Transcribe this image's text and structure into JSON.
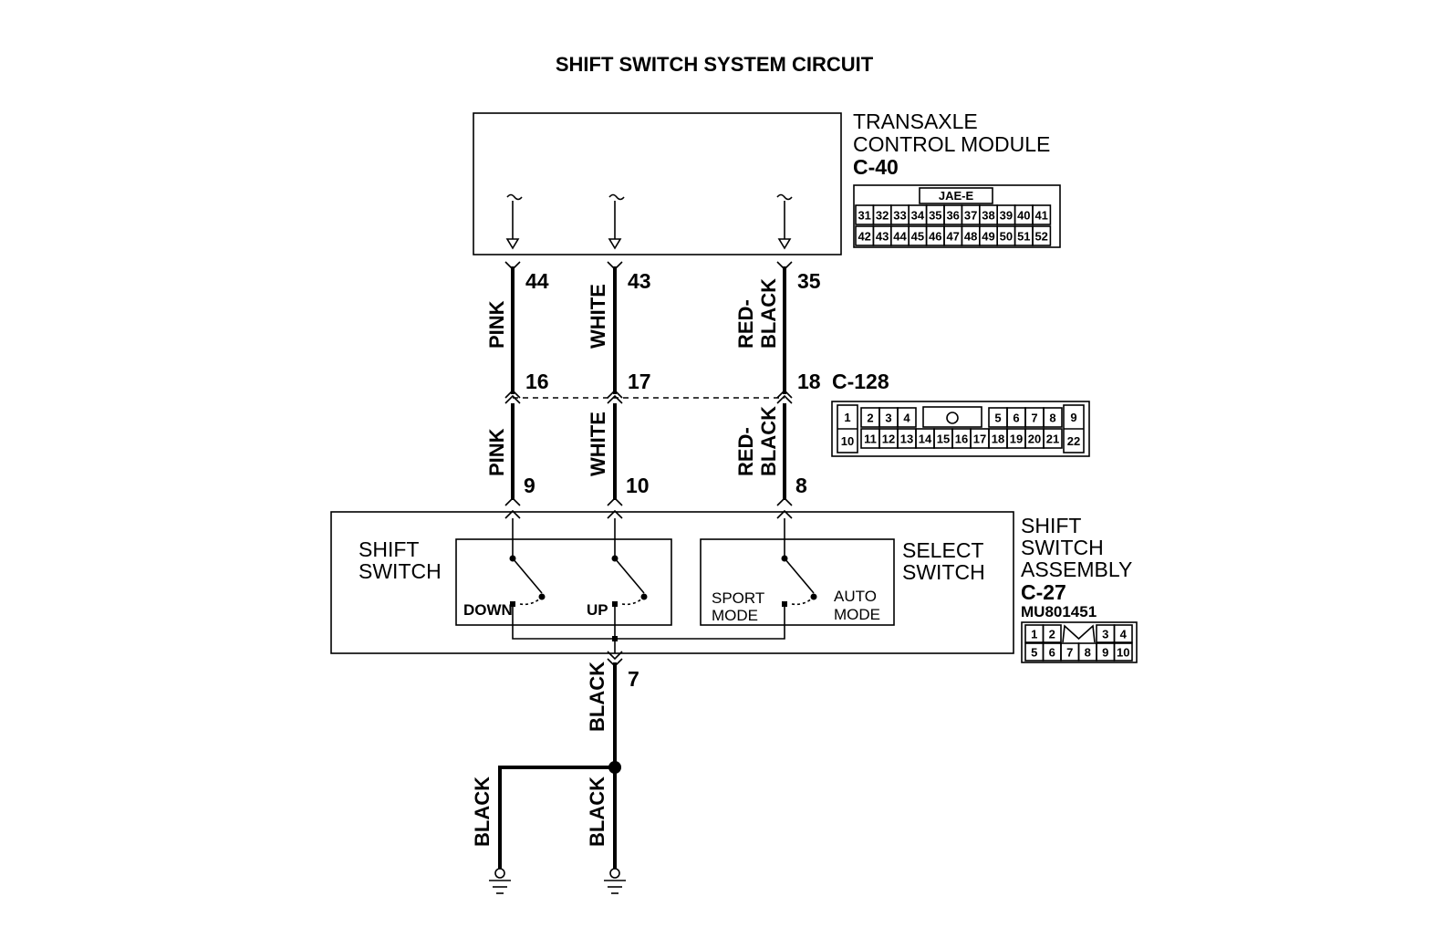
{
  "title": "SHIFT SWITCH SYSTEM CIRCUIT",
  "tcm": {
    "name_line1": "TRANSAXLE",
    "name_line2": "CONTROL MODULE",
    "connector": "C-40",
    "connector_tag": "JAE-E",
    "connector_rows": [
      [
        "31",
        "32",
        "33",
        "34",
        "35",
        "36",
        "37",
        "38",
        "39",
        "40",
        "41"
      ],
      [
        "42",
        "43",
        "44",
        "45",
        "46",
        "47",
        "48",
        "49",
        "50",
        "51",
        "52"
      ]
    ]
  },
  "intermediate": {
    "connector": "C-128",
    "row1": [
      "2",
      "3",
      "4",
      "5",
      "6",
      "7",
      "8"
    ],
    "row2": [
      "11",
      "12",
      "13",
      "14",
      "15",
      "16",
      "17",
      "18",
      "19",
      "20",
      "21"
    ],
    "left_top": "1",
    "left_bottom": "10",
    "right_top": "9",
    "right_bottom": "22"
  },
  "assembly": {
    "name_line1": "SHIFT",
    "name_line2": "SWITCH",
    "name_line3": "ASSEMBLY",
    "connector": "C-27",
    "part_number": "MU801451",
    "row1_left": [
      "1",
      "2"
    ],
    "row1_right": [
      "3",
      "4"
    ],
    "row2": [
      "5",
      "6",
      "7",
      "8",
      "9",
      "10"
    ],
    "shift_switch_line1": "SHIFT",
    "shift_switch_line2": "SWITCH",
    "select_switch_line1": "SELECT",
    "select_switch_line2": "SWITCH",
    "down": "DOWN",
    "up": "UP",
    "sport_line1": "SPORT",
    "sport_line2": "MODE",
    "auto_line1": "AUTO",
    "auto_line2": "MODE"
  },
  "wires": [
    {
      "color_line1": "PINK",
      "color_line2": "",
      "tcm_pin": "44",
      "c128_pin": "16",
      "c27_pin": "9"
    },
    {
      "color_line1": "WHITE",
      "color_line2": "",
      "tcm_pin": "43",
      "c128_pin": "17",
      "c27_pin": "10"
    },
    {
      "color_line1": "RED-",
      "color_line2": "BLACK",
      "tcm_pin": "35",
      "c128_pin": "18",
      "c27_pin": "8"
    }
  ],
  "ground": {
    "pin": "7",
    "main_wire": "BLACK",
    "branch_left": "BLACK",
    "branch_right": "BLACK"
  }
}
